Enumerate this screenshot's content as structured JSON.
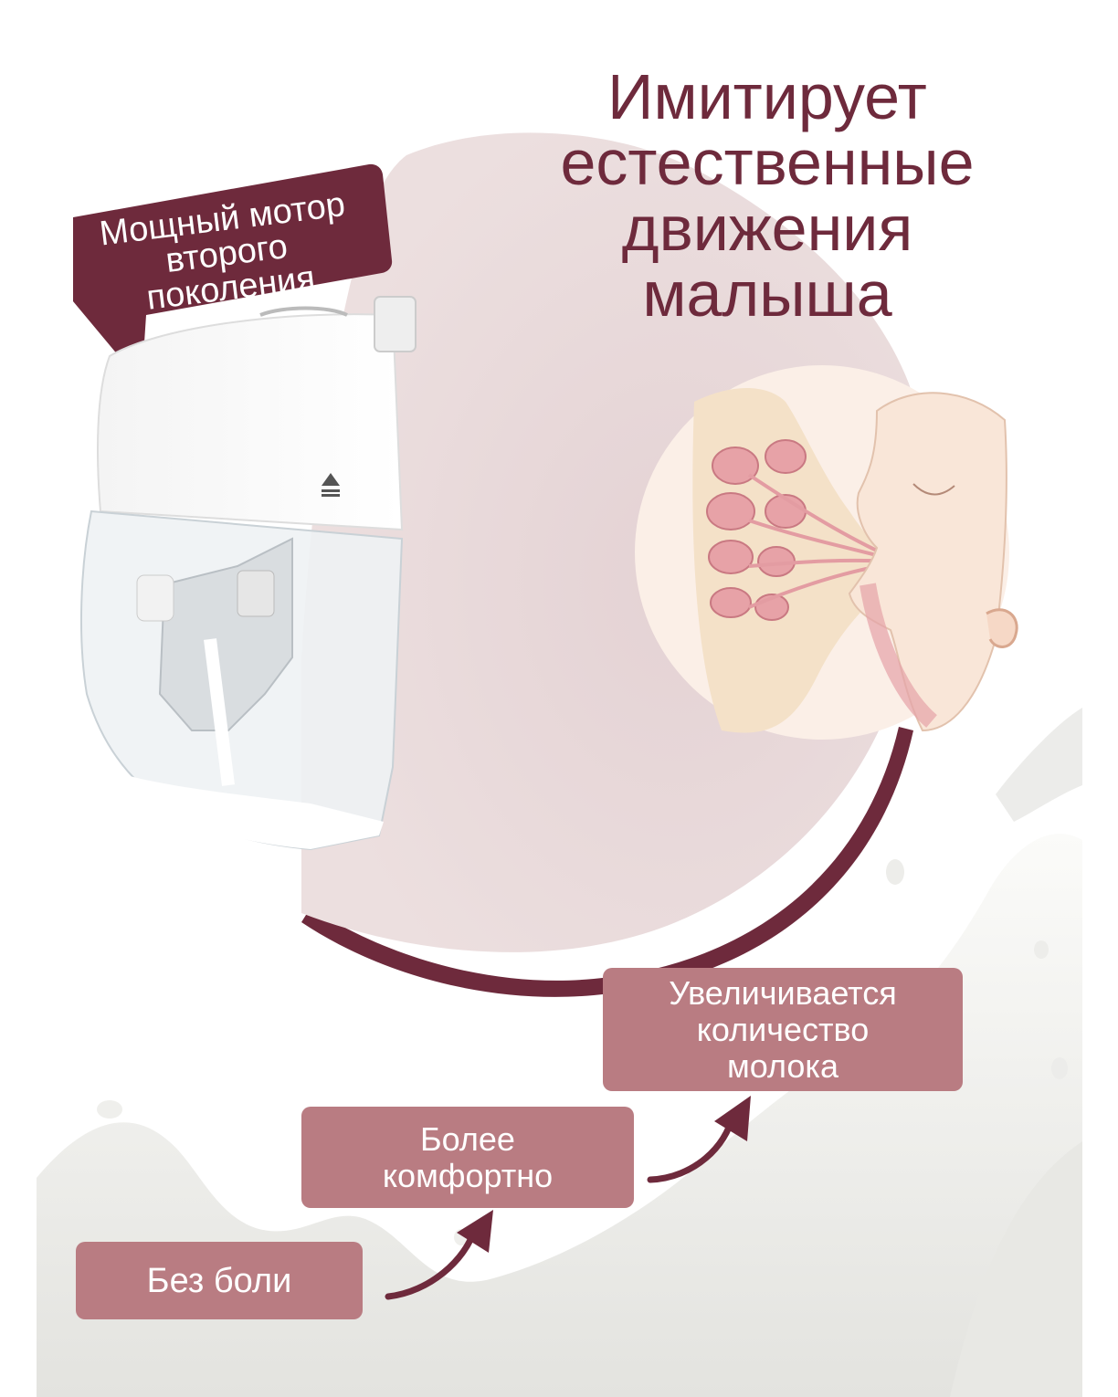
{
  "headline": {
    "lines": [
      "Имитирует",
      "естественные",
      "движения",
      "малыша"
    ],
    "color": "#6e2a3c"
  },
  "motor_tag": {
    "lines": [
      "Мощный мотор",
      "второго",
      "поколения"
    ],
    "color": "#6e2a3c"
  },
  "benefits": {
    "more_milk": [
      "Увеличивается",
      "количество",
      "молока"
    ],
    "comfort": [
      "Более",
      "комфортно"
    ],
    "no_pain": "Без боли",
    "pill_color": "#b97c82",
    "arrow_color": "#6e2a3c"
  },
  "icons": {
    "eject": "eject-icon"
  },
  "colors": {
    "accent": "#6e2a3c",
    "blob": "#e9d8d9",
    "milk": "#f1f1ee"
  }
}
